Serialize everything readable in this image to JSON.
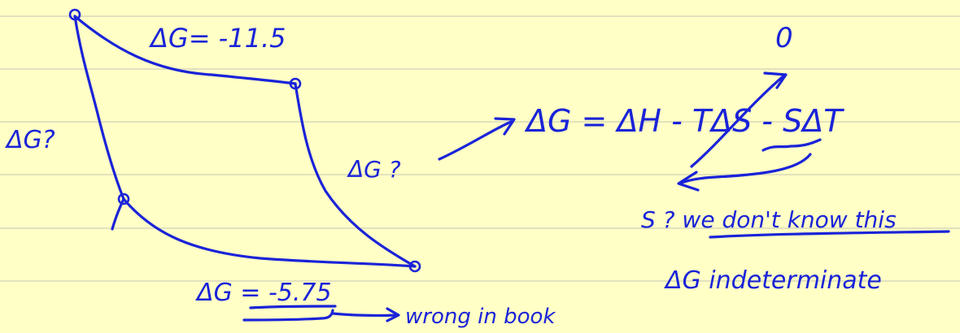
{
  "colors": {
    "paper": "#ffffc6",
    "rule": "#cfd0b8",
    "ink": "#1a23d8"
  },
  "labels": {
    "top_edge": "ΔG= -11.5",
    "left_edge": "ΔG?",
    "right_edge": "ΔG ?",
    "bottom_edge": "ΔG = -5.75",
    "bottom_note": "wrong in book",
    "equation": "ΔG = ΔH - TΔS - SΔT",
    "zero_mark": "0",
    "question": "S ? we don't know this",
    "conclusion": "ΔG indeterminate"
  }
}
